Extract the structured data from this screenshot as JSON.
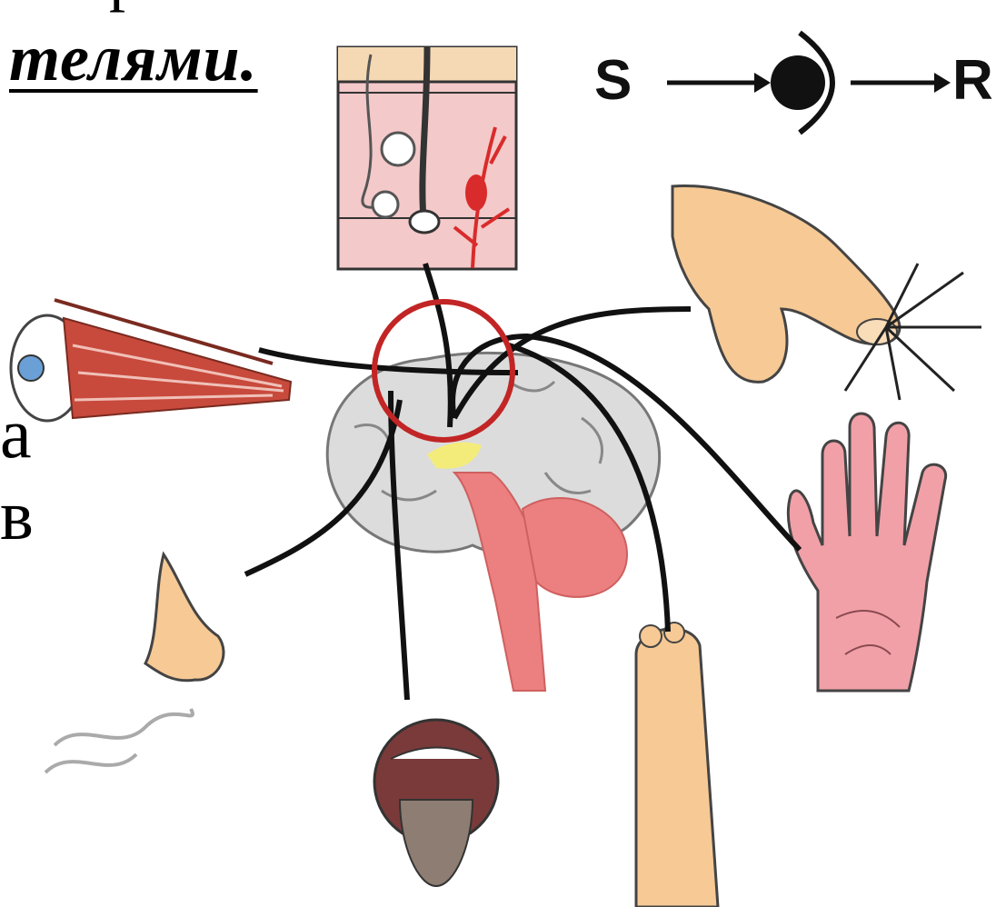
{
  "heading": {
    "top_fragment": "р",
    "fragment": "телями."
  },
  "side_text": {
    "letter_a": "а",
    "letter_v": "в"
  },
  "reflex_scheme": {
    "stimulus_label": "S",
    "response_label": "R"
  }
}
